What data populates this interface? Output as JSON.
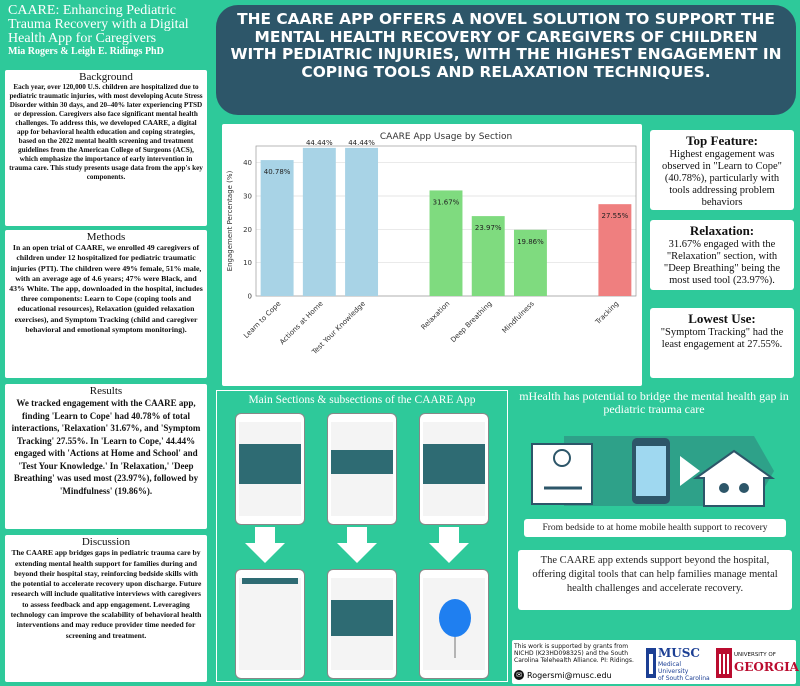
{
  "poster": {
    "title": "CAARE: Enhancing Pediatric Trauma Recovery with a Digital Health App for Caregivers",
    "authors": "Mia Rogers & Leigh E. Ridings PhD",
    "banner": "THE CAARE APP OFFERS A NOVEL SOLUTION TO SUPPORT THE MENTAL HEALTH RECOVERY OF CAREGIVERS OF CHILDREN WITH PEDIATRIC INJURIES, WITH THE HIGHEST ENGAGEMENT IN COPING TOOLS AND RELAXATION TECHNIQUES."
  },
  "background": {
    "heading": "Background",
    "text": "Each year, over 120,000 U.S. children are hospitalized due to pediatric traumatic injuries, with most developing Acute Stress Disorder within 30 days, and 20–40% later experiencing PTSD or depression. Caregivers also face significant mental health challenges. To address this, we developed CAARE, a digital app for behavioral health education and coping strategies, based on the 2022 mental health screening and treatment guidelines from the American College of Surgeons (ACS), which emphasize the importance of early intervention in trauma care. This study presents usage data from the app's key components."
  },
  "methods": {
    "heading": "Methods",
    "text": "In an open trial of CAARE, we enrolled 49 caregivers of children under 12 hospitalized for pediatric traumatic injuries (PTI). The children were 49% female, 51% male, with an average age of 4.6 years; 47% were Black, and 43% White. The app, downloaded in the hospital, includes three components: Learn to Cope (coping tools and educational resources), Relaxation (guided relaxation exercises), and Symptom Tracking (child and caregiver behavioral and emotional symptom monitoring)."
  },
  "results": {
    "heading": "Results",
    "text": "We tracked engagement with the CAARE app, finding 'Learn to Cope' had 40.78% of total interactions, 'Relaxation' 31.67%, and 'Symptom Tracking' 27.55%. In 'Learn to Cope,' 44.44% engaged with 'Actions at Home and School' and 'Test Your Knowledge.' In 'Relaxation,' 'Deep Breathing' was used most (23.97%), followed by 'Mindfulness' (19.86%)."
  },
  "discussion": {
    "heading": "Discussion",
    "text": "The CAARE app bridges gaps in pediatric trauma care by extending mental health support for families during and beyond their hospital stay, reinforcing bedside skills with the potential to accelerate recovery upon discharge. Future research will include qualitative interviews with caregivers to assess feedback and app engagement. Leveraging technology can improve the scalability of behavioral health interventions and may reduce provider time needed for screening and treatment."
  },
  "chart_data": {
    "type": "bar",
    "title": "CAARE App Usage by Section",
    "ylabel": "Engagement Percentage (%)",
    "xlabel": "",
    "ylim": [
      0,
      45
    ],
    "yticks": [
      0,
      10,
      20,
      30,
      40
    ],
    "grid": true,
    "categories": [
      "Learn to Cope",
      "Actions at Home",
      "Test Your Knowledge",
      "Relaxation",
      "Deep Breathing",
      "Mindfulness",
      "Tracking"
    ],
    "values": [
      40.78,
      44.44,
      44.44,
      31.67,
      23.97,
      19.86,
      27.55
    ],
    "labels": [
      "40.78%",
      "44.44%",
      "44.44%",
      "31.67%",
      "23.97%",
      "19.86%",
      "27.55%"
    ],
    "colors": [
      "#a8d3e6",
      "#a8d3e6",
      "#a8d3e6",
      "#7fdb7f",
      "#7fdb7f",
      "#7fdb7f",
      "#ef7f7f"
    ]
  },
  "findings": {
    "top": {
      "heading": "Top Feature:",
      "text": "Highest engagement was observed in \"Learn to Cope\" (40.78%), particularly with tools addressing problem behaviors"
    },
    "relax": {
      "heading": "Relaxation:",
      "text": "31.67% engaged with the \"Relaxation\" section, with \"Deep Breathing\" being the most used tool (23.97%)."
    },
    "low": {
      "heading": "Lowest Use:",
      "text": "\"Symptom Tracking\" had the least engagement at 27.55%."
    }
  },
  "sections_panel": {
    "title": "Main Sections & subsections of the CAARE App"
  },
  "mhealth": {
    "title": "mHealth has potential to bridge the mental health gap in pediatric trauma care",
    "caption": "From bedside to at home mobile health support to recovery",
    "text": "The CAARE app extends support beyond the hospital, offering digital tools that can help families manage mental health challenges and accelerate recovery."
  },
  "footer": {
    "funding": "This work is supported by grants from NICHD (K23HD098325) and the South Carolina Telehealth Alliance. PI: Ridings.",
    "email": "Rogersmi@musc.edu",
    "musc_name": "MUSC",
    "musc_sub1": "Medical University",
    "musc_sub2": "of South Carolina",
    "uga_top": "UNIVERSITY OF",
    "uga_name": "GEORGIA"
  }
}
